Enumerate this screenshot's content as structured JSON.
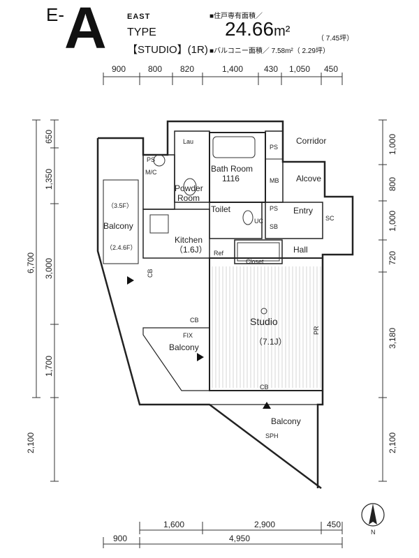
{
  "header": {
    "prefix": "E-",
    "letter": "A",
    "orientation": "EAST",
    "type_label": "TYPE",
    "layout": "【STUDIO】(1R)",
    "private_area_label": "■住戸専有面積／",
    "private_area_value": "24.66",
    "private_area_unit": "m²",
    "private_area_tsubo": "（ 7.45坪）",
    "balcony_area_label": "■バルコニー面積／ 7.58m²（ 2.29坪）"
  },
  "dimensions": {
    "top": [
      "900",
      "800",
      "820",
      "1,400",
      "430",
      "1,050",
      "450"
    ],
    "left": [
      "650",
      "1,350",
      "6,700",
      "3,000",
      "1,700",
      "2,100"
    ],
    "right": [
      "1,000",
      "800",
      "1,000",
      "720",
      "3,180",
      "2,100"
    ],
    "bottom_upper": [
      "1,600",
      "2,900",
      "450"
    ],
    "bottom_lower": [
      "900",
      "4,950"
    ]
  },
  "rooms": {
    "corridor": "Corridor",
    "alcove": "Alcove",
    "ps1": "PS",
    "mb": "MB",
    "ps2": "PS",
    "ps3": "PS",
    "lau": "Lau",
    "mc": "M/C",
    "bath": "Bath Room",
    "bath_size": "1116",
    "powder": "Powder",
    "powder2": "Room",
    "toilet": "Toilet",
    "entry": "Entry",
    "sb": "SB",
    "sc": "SC",
    "kitchen": "Kitchen",
    "kitchen_size": "（1.6J）",
    "ref": "Ref",
    "closet": "Closet",
    "hall": "Hall",
    "studio": "Studio",
    "studio_size": "（7.1J）",
    "balcony_left": "Balcony",
    "balcony_mid": "Balcony",
    "balcony_bottom": "Balcony",
    "ac1": "（3.5F）",
    "ac2": "（2.4.6F）",
    "fix": "FIX",
    "cb1": "CB",
    "cb2": "CB",
    "cb3": "CB",
    "pr": "PR",
    "sph": "SPH",
    "uc": "UC"
  },
  "compass": {
    "label": "N"
  }
}
